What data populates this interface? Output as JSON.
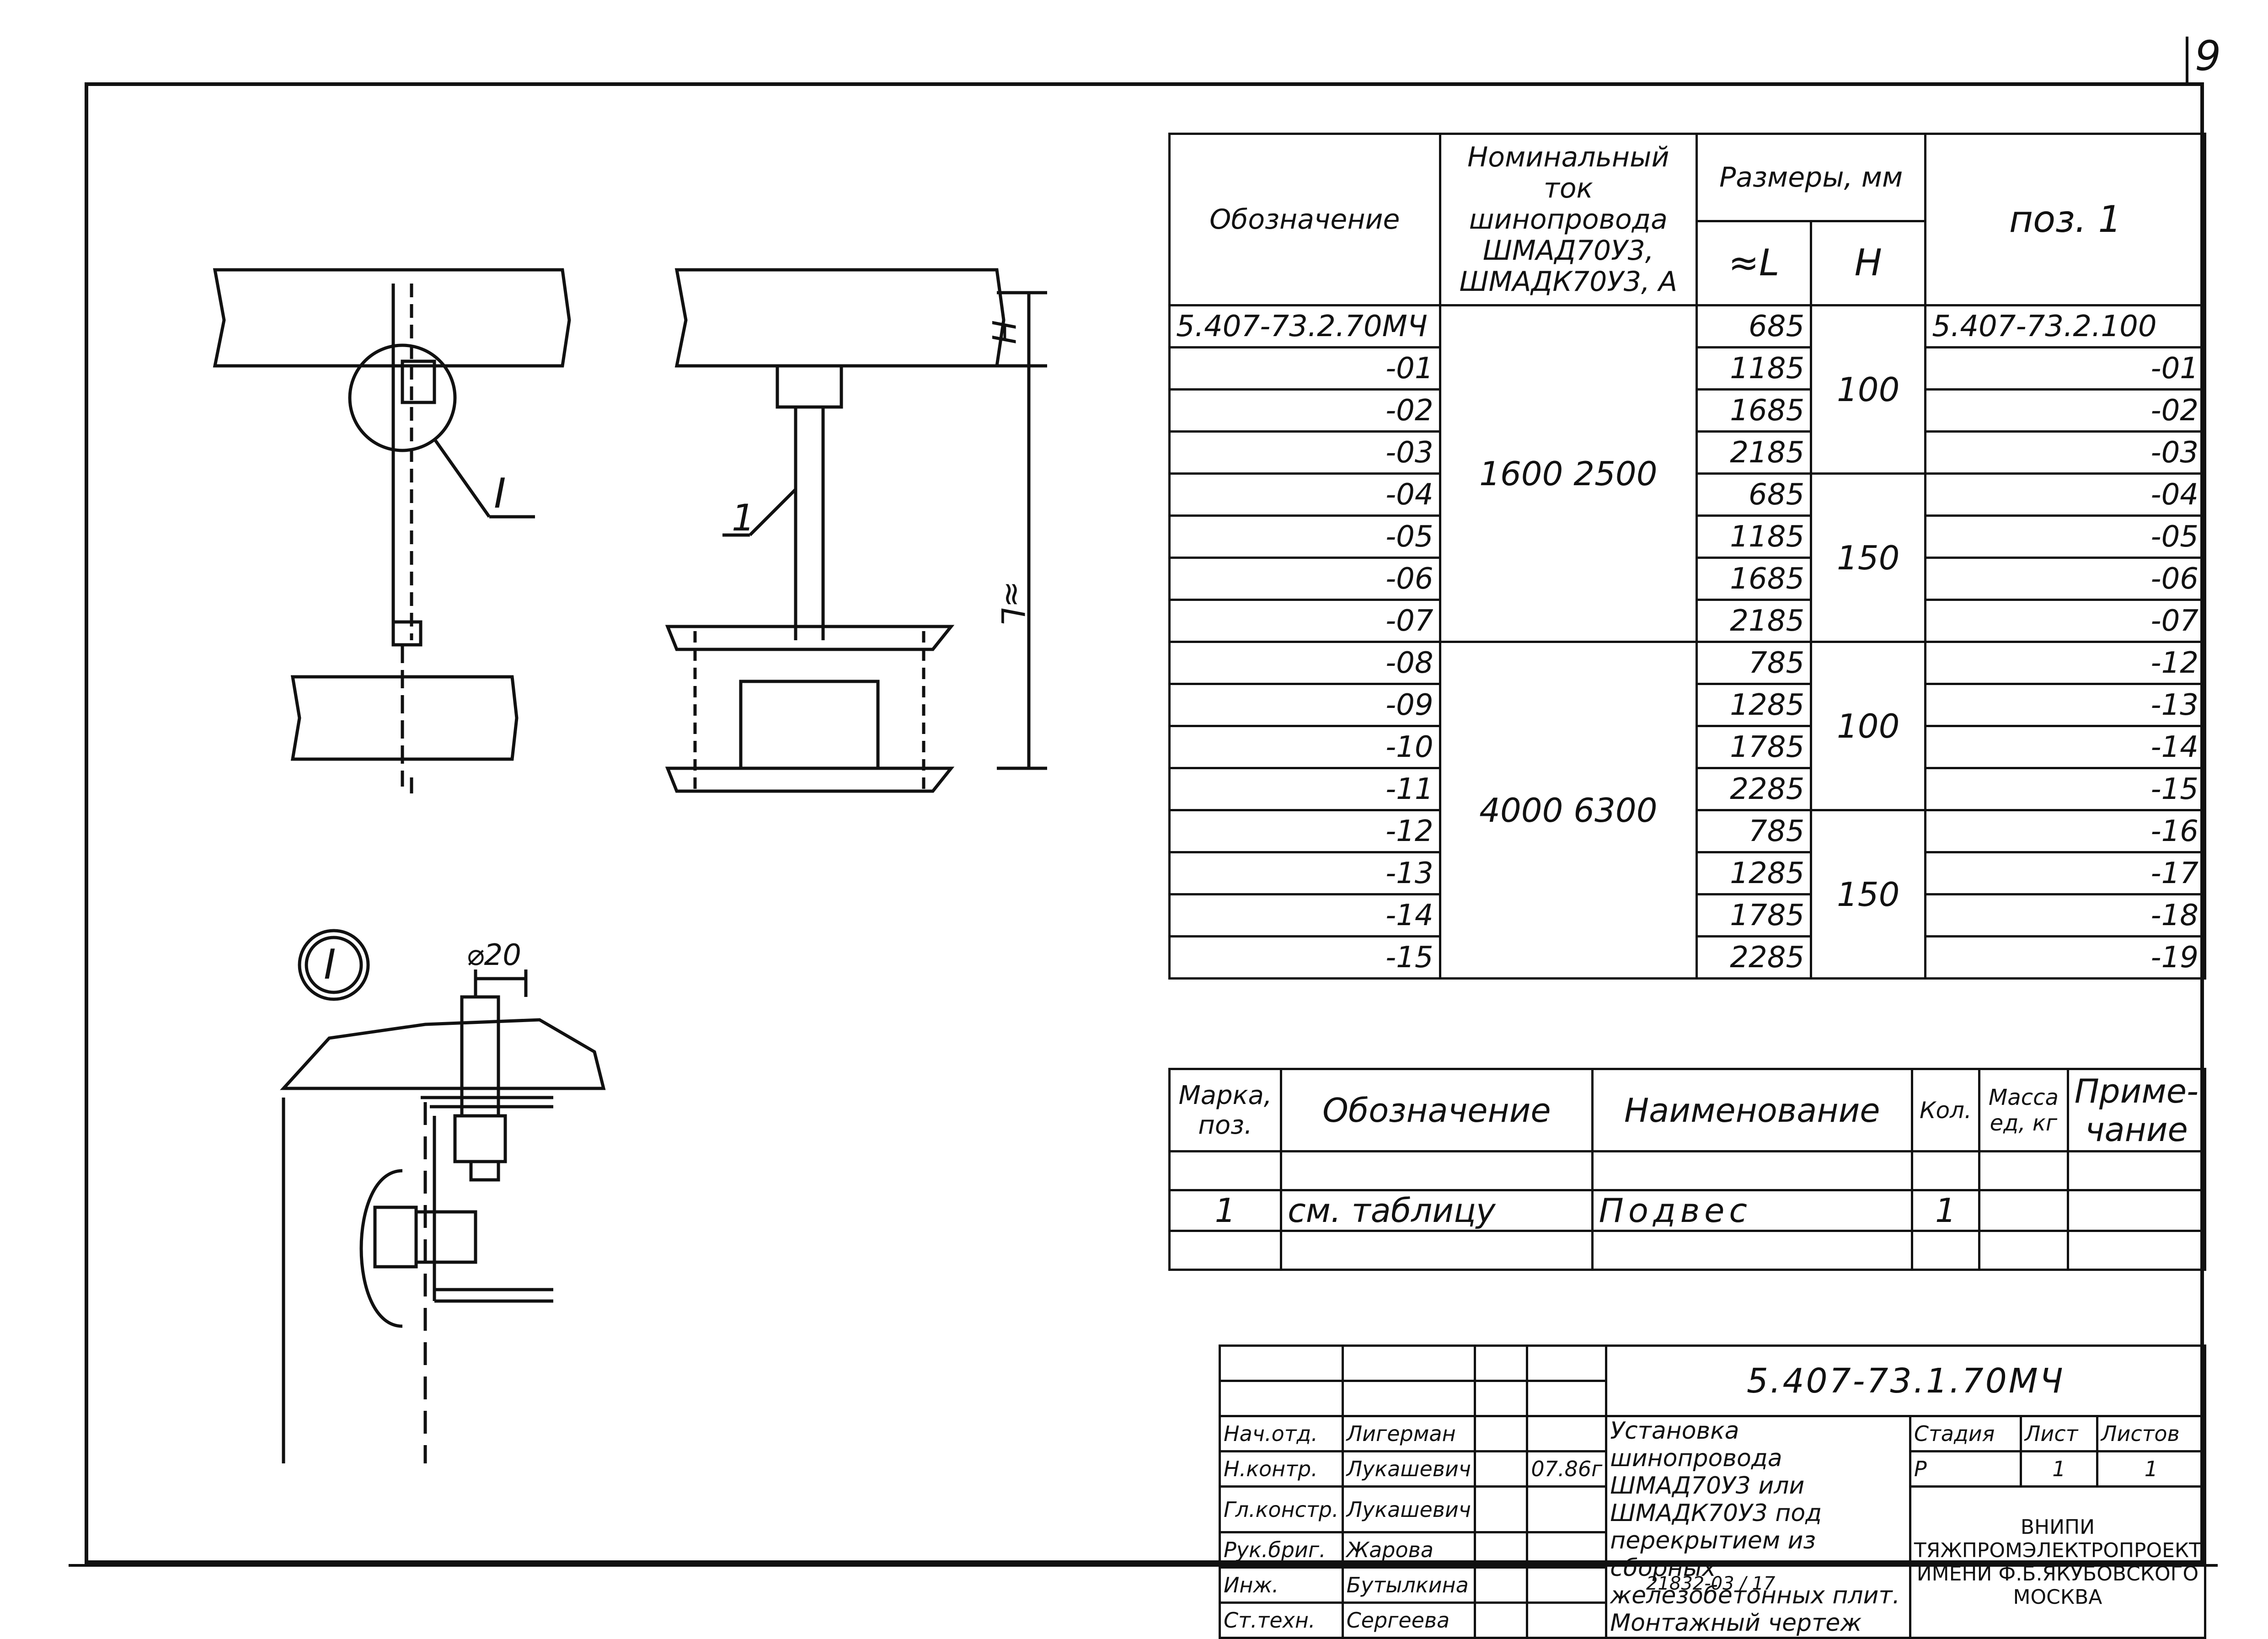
{
  "page": {
    "sheet_number": "9"
  },
  "spec_table": {
    "headers": {
      "designation": "Обозначение",
      "current": "Номинальный ток шинопровода ШМАД70У3, ШМАДК70У3, А",
      "dimensions": "Размеры, мм",
      "L": "≈L",
      "H": "H",
      "pos": "поз. 1"
    },
    "rows": [
      {
        "code": "5.407-73.2.70МЧ",
        "L": "685",
        "pos": "5.407-73.2.100"
      },
      {
        "code": "-01",
        "L": "1185",
        "pos": "-01"
      },
      {
        "code": "-02",
        "L": "1685",
        "pos": "-02"
      },
      {
        "code": "-03",
        "L": "2185",
        "pos": "-03"
      },
      {
        "code": "-04",
        "L": "685",
        "pos": "-04"
      },
      {
        "code": "-05",
        "L": "1185",
        "pos": "-05"
      },
      {
        "code": "-06",
        "L": "1685",
        "pos": "-06"
      },
      {
        "code": "-07",
        "L": "2185",
        "pos": "-07"
      },
      {
        "code": "-08",
        "L": "785",
        "pos": "-12"
      },
      {
        "code": "-09",
        "L": "1285",
        "pos": "-13"
      },
      {
        "code": "-10",
        "L": "1785",
        "pos": "-14"
      },
      {
        "code": "-11",
        "L": "2285",
        "pos": "-15"
      },
      {
        "code": "-12",
        "L": "785",
        "pos": "-16"
      },
      {
        "code": "-13",
        "L": "1285",
        "pos": "-17"
      },
      {
        "code": "-14",
        "L": "1785",
        "pos": "-18"
      },
      {
        "code": "-15",
        "L": "2285",
        "pos": "-19"
      }
    ],
    "current_groups": [
      "1600 2500",
      "4000 6300"
    ],
    "H_groups": [
      "100",
      "150",
      "100",
      "150"
    ]
  },
  "parts_table": {
    "headers": {
      "mark": "Марка, поз.",
      "designation": "Обозначение",
      "name": "Наименование",
      "qty": "Кол.",
      "mass": "Масса ед, кг",
      "note": "Приме-чание"
    },
    "row": {
      "mark": "1",
      "designation": "см. таблицу",
      "name": "Подвес",
      "qty": "1"
    }
  },
  "drawing": {
    "label_I": "I",
    "label_1": "1",
    "dim_H": "H",
    "dim_L": "≈L",
    "dia": "⌀20"
  },
  "title_block": {
    "doc_code": "5.407-73.1.70МЧ",
    "roles": [
      "Нач.отд.",
      "Н.контр.",
      "Гл.констр.",
      "Рук.бриг.",
      "Инж.",
      "Ст.техн."
    ],
    "names": [
      "Лигерман",
      "Лукашевич",
      "Лукашевич",
      "Жарова",
      "Бутылкина",
      "Сергеева"
    ],
    "date": "07.86г",
    "title": "Установка шинопровода ШМАД70У3 или ШМАДК70У3 под перекрытием из сборных железобетонных плит. Монтажный чертеж",
    "stage_label": "Стадия",
    "sheet_label": "Лист",
    "sheets_label": "Листов",
    "stage": "Р",
    "sheet": "1",
    "sheets": "1",
    "org": "ВНИПИ ТЯЖПРОМЭЛЕКТРОПРОЕКТ ИМЕНИ Ф.Б.ЯКУБОВСКОГО МОСКВА",
    "archive": "21832-03 / 17"
  }
}
